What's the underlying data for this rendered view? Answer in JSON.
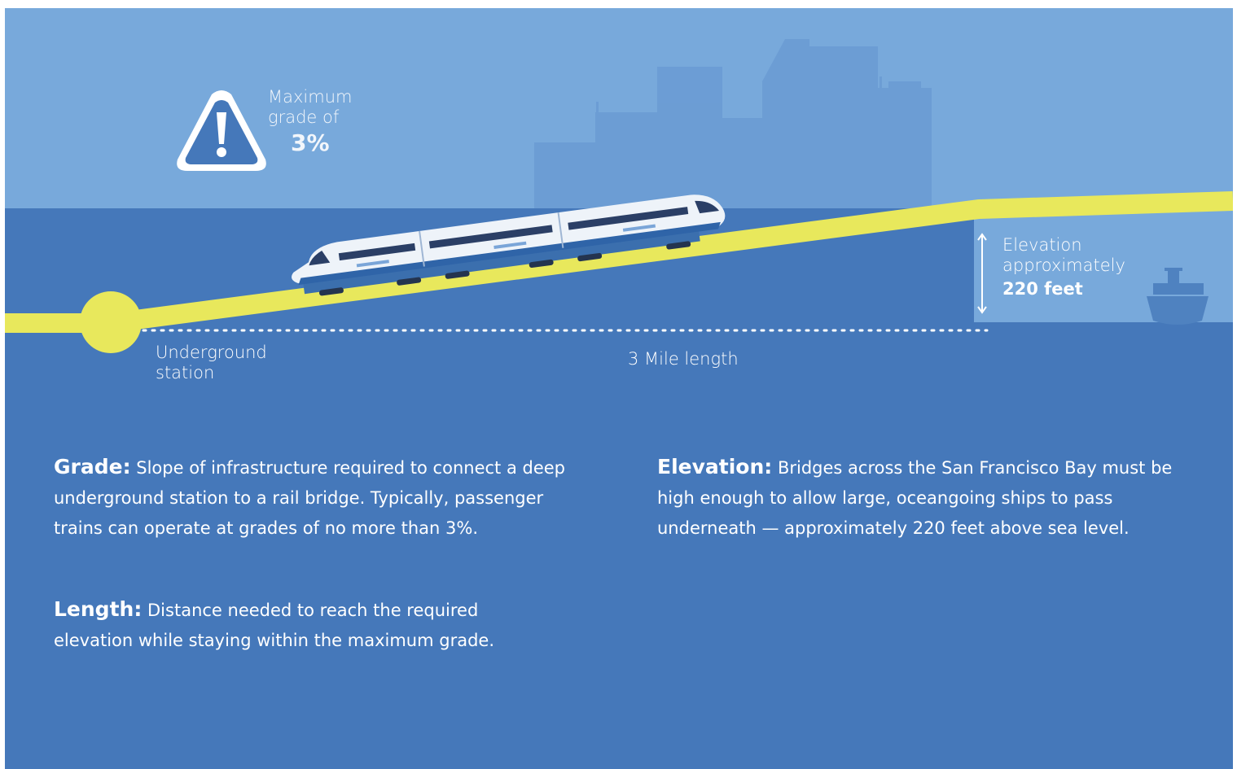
{
  "colors": {
    "sky": "#78a9db",
    "water": "#4578ba",
    "track": "#e8e85c",
    "buildings": "#6596d0",
    "text": "#ffffff"
  },
  "warning": {
    "line1": "Maximum",
    "line2": "grade of",
    "value": "3%"
  },
  "labels": {
    "station_line1": "Underground",
    "station_line2": "station",
    "length": "3 Mile length",
    "elev_line1": "Elevation",
    "elev_line2": "approximately",
    "elev_value": "220 feet"
  },
  "definitions": [
    {
      "term": "Grade:",
      "text": "Slope of infrastructure required to connect a deep underground station to a rail bridge. Typically, passenger trains can operate at grades of no more than 3%."
    },
    {
      "term": "Length:",
      "text": "Distance needed to reach the required elevation while staying within the maximum grade."
    },
    {
      "term": "Elevation:",
      "text": "Bridges across the San Francisco Bay must be high enough to allow large, oceangoing ships to pass underneath — approximately 220 feet above sea level."
    }
  ],
  "icons": [
    "warning-icon",
    "train-icon",
    "ship-icon",
    "double-arrow-icon",
    "skyline-icon"
  ]
}
